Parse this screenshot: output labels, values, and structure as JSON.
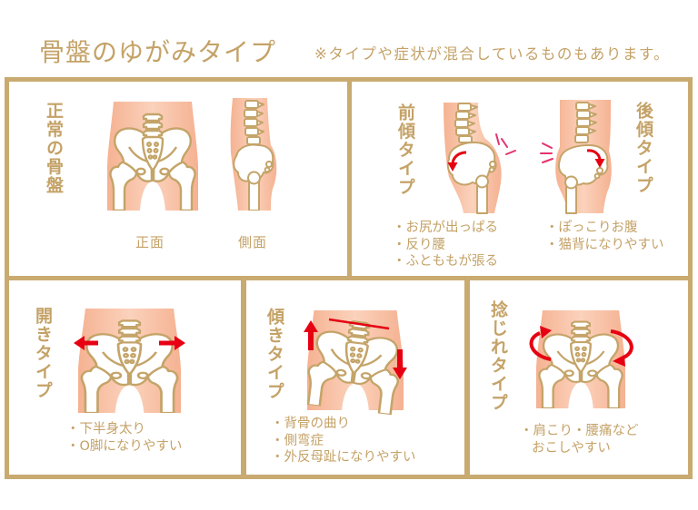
{
  "header": {
    "title": "骨盤のゆがみタイプ",
    "note": "※タイプや症状が混合しているものもあります。"
  },
  "panels": {
    "normal": {
      "title": "正常の骨盤",
      "front_label": "正面",
      "side_label": "側面",
      "illustrations": [
        "pelvis-front-view-icon",
        "pelvis-side-view-icon"
      ]
    },
    "anterior_tilt": {
      "title": "前傾タイプ",
      "symptoms": [
        "・お尻が出っぱる",
        "・反り腰",
        "・ふとももが張る"
      ],
      "illustration": "pelvis-anterior-tilt-icon"
    },
    "posterior_tilt": {
      "title": "後傾タイプ",
      "symptoms": [
        "・ぽっこりお腹",
        "・猫背になりやすい"
      ],
      "illustration": "pelvis-posterior-tilt-icon"
    },
    "open": {
      "title": "開きタイプ",
      "symptoms": [
        "・下半身太り",
        "・O脚になりやすい"
      ],
      "illustration": "pelvis-open-icon"
    },
    "tilt": {
      "title": "傾きタイプ",
      "symptoms": [
        "・背骨の曲り",
        "・側弯症",
        "・外反母趾になりやすい"
      ],
      "illustration": "pelvis-lateral-tilt-icon"
    },
    "twist": {
      "title": "捻じれタイプ",
      "symptoms": [
        "・肩こり・腰痛など",
        "おこしやすい"
      ],
      "illustration": "pelvis-twist-icon"
    }
  },
  "colors": {
    "text_gold": "#c4a267",
    "frame_gold": "#c9aa70",
    "arrow_red": "#e60012",
    "accent_pink": "#e4326c",
    "skin": "#f8c2a5",
    "bone_fill": "#ffffff",
    "bone_stroke": "#c4a469"
  }
}
